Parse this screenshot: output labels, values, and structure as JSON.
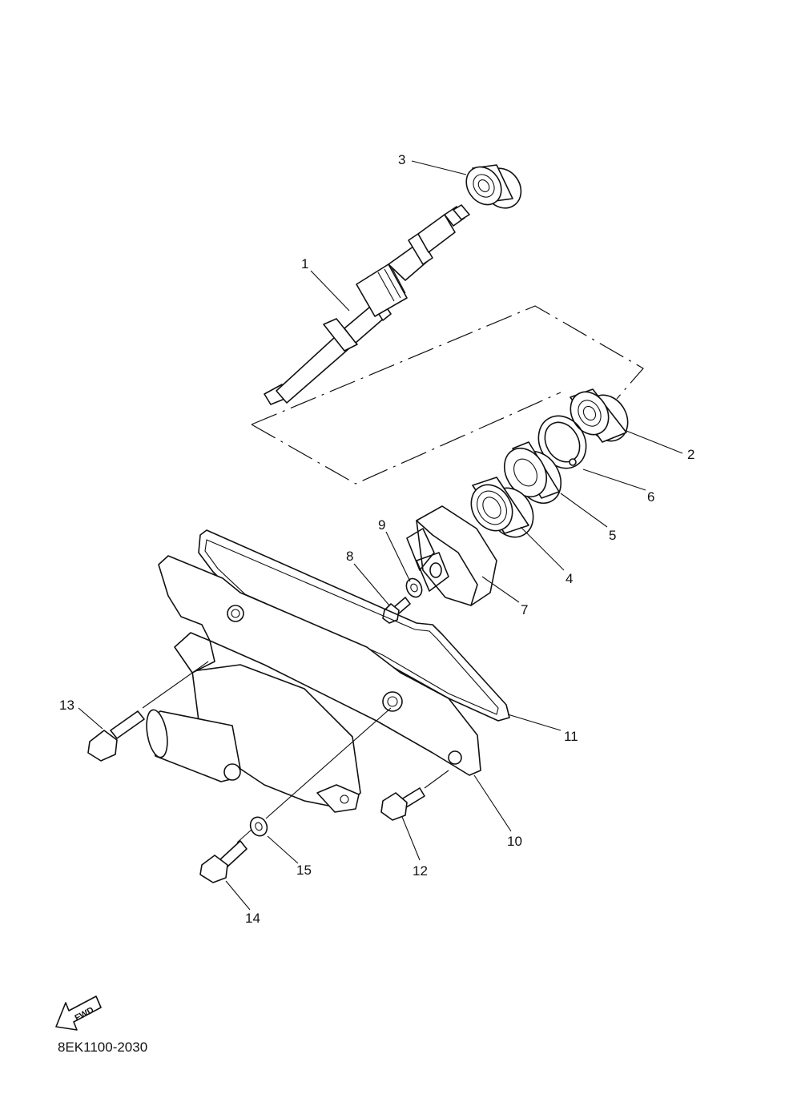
{
  "diagram": {
    "part_labels": [
      "1",
      "2",
      "3",
      "4",
      "5",
      "6",
      "7",
      "8",
      "9",
      "10",
      "11",
      "12",
      "13",
      "14",
      "15"
    ],
    "direction_label": "FWD",
    "drawing_code": "8EK1100-2030"
  },
  "icons": {
    "fwd_arrow": "fwd-arrow-icon"
  }
}
